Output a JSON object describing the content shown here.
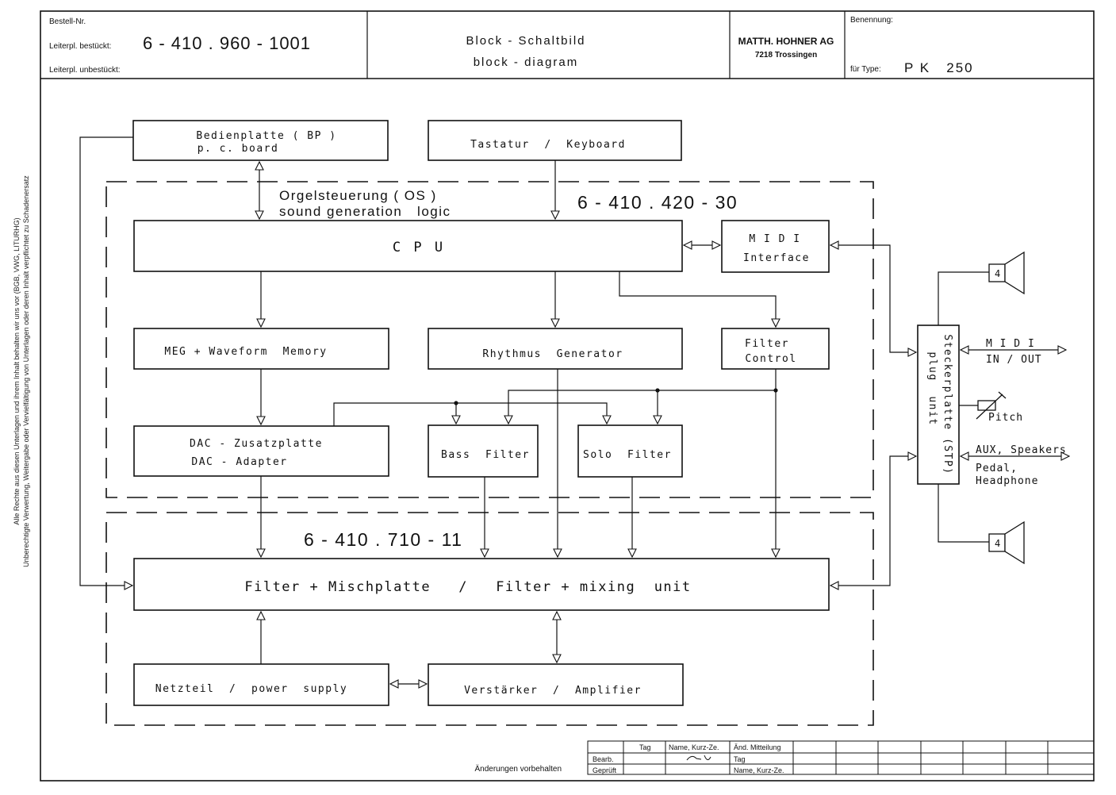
{
  "title_block": {
    "order_no_label": "Bestell-Nr.",
    "pcb_assembled_label": "Leiterpl. bestückt:",
    "pcb_assembled_value": "6 - 410 . 960 - 1001",
    "pcb_unassembled_label": "Leiterpl. unbestückt:",
    "title_de": "Block - Schaltbild",
    "title_en": "block - diagram",
    "company": "MATTH. HOHNER AG",
    "company_address": "7218 Trossingen",
    "designation_label": "Benennung:",
    "type_label": "für Type:",
    "type_value": "P K   250"
  },
  "side_notice": {
    "line1": "Alle Rechte aus diesen Unterlagen und ihrem Inhalt behalten wir uns vor (BGB, VWG, LITURHG)",
    "line2": "Unberechtigte Verwertung, Weitergabe oder Vervielfältigung von Unterlagen oder deren Inhalt verpflichtet zu Schadenersatz"
  },
  "groups": {
    "os_title_de": "Orgelsteuerung ( OS )",
    "os_title_en": "sound generation   logic",
    "os_part_no": "6 - 410 . 420 - 30",
    "mixing_part_no": "6 - 410 . 710 - 11"
  },
  "blocks": {
    "bp_line1": "Bedienplatte ( BP )",
    "bp_line2": "p. c. board",
    "keyboard": "Tastatur  /  Keyboard",
    "cpu": "C P U",
    "midi_if_line1": "M I D I",
    "midi_if_line2": "Interface",
    "meg": "MEG + Waveform  Memory",
    "rhythm": "Rhythmus  Generator",
    "filter_ctrl_line1": "Filter",
    "filter_ctrl_line2": "Control",
    "dac_line1": "DAC - Zusatzplatte",
    "dac_line2": "DAC - Adapter",
    "bass_filter": "Bass  Filter",
    "solo_filter": "Solo  Filter",
    "mixing": "Filter + Mischplatte   /   Filter + mixing  unit",
    "power": "Netzteil  /  power  supply",
    "amplifier": "Verstärker  /  Amplifier",
    "plug_unit_line1": "Steckerplatte (STP)",
    "plug_unit_line2": "plug  unit"
  },
  "io_labels": {
    "speaker_impedance": "4",
    "midi_line1": "M I D I",
    "midi_line2": "IN / OUT",
    "pitch": "Pitch",
    "aux_line1": "AUX, Speakers",
    "aux_line2": "Pedal,",
    "aux_line3": "Headphone"
  },
  "revision_table": {
    "col_tag": "Tag",
    "col_name": "Name, Kurz-Ze.",
    "col_change": "Änd. Mitteilung",
    "row_bearb": "Bearb.",
    "row_gepr": "Geprüft",
    "sub_tag": "Tag",
    "sub_name": "Name, Kurz-Ze."
  },
  "footer": {
    "note": "Änderungen vorbehalten"
  }
}
